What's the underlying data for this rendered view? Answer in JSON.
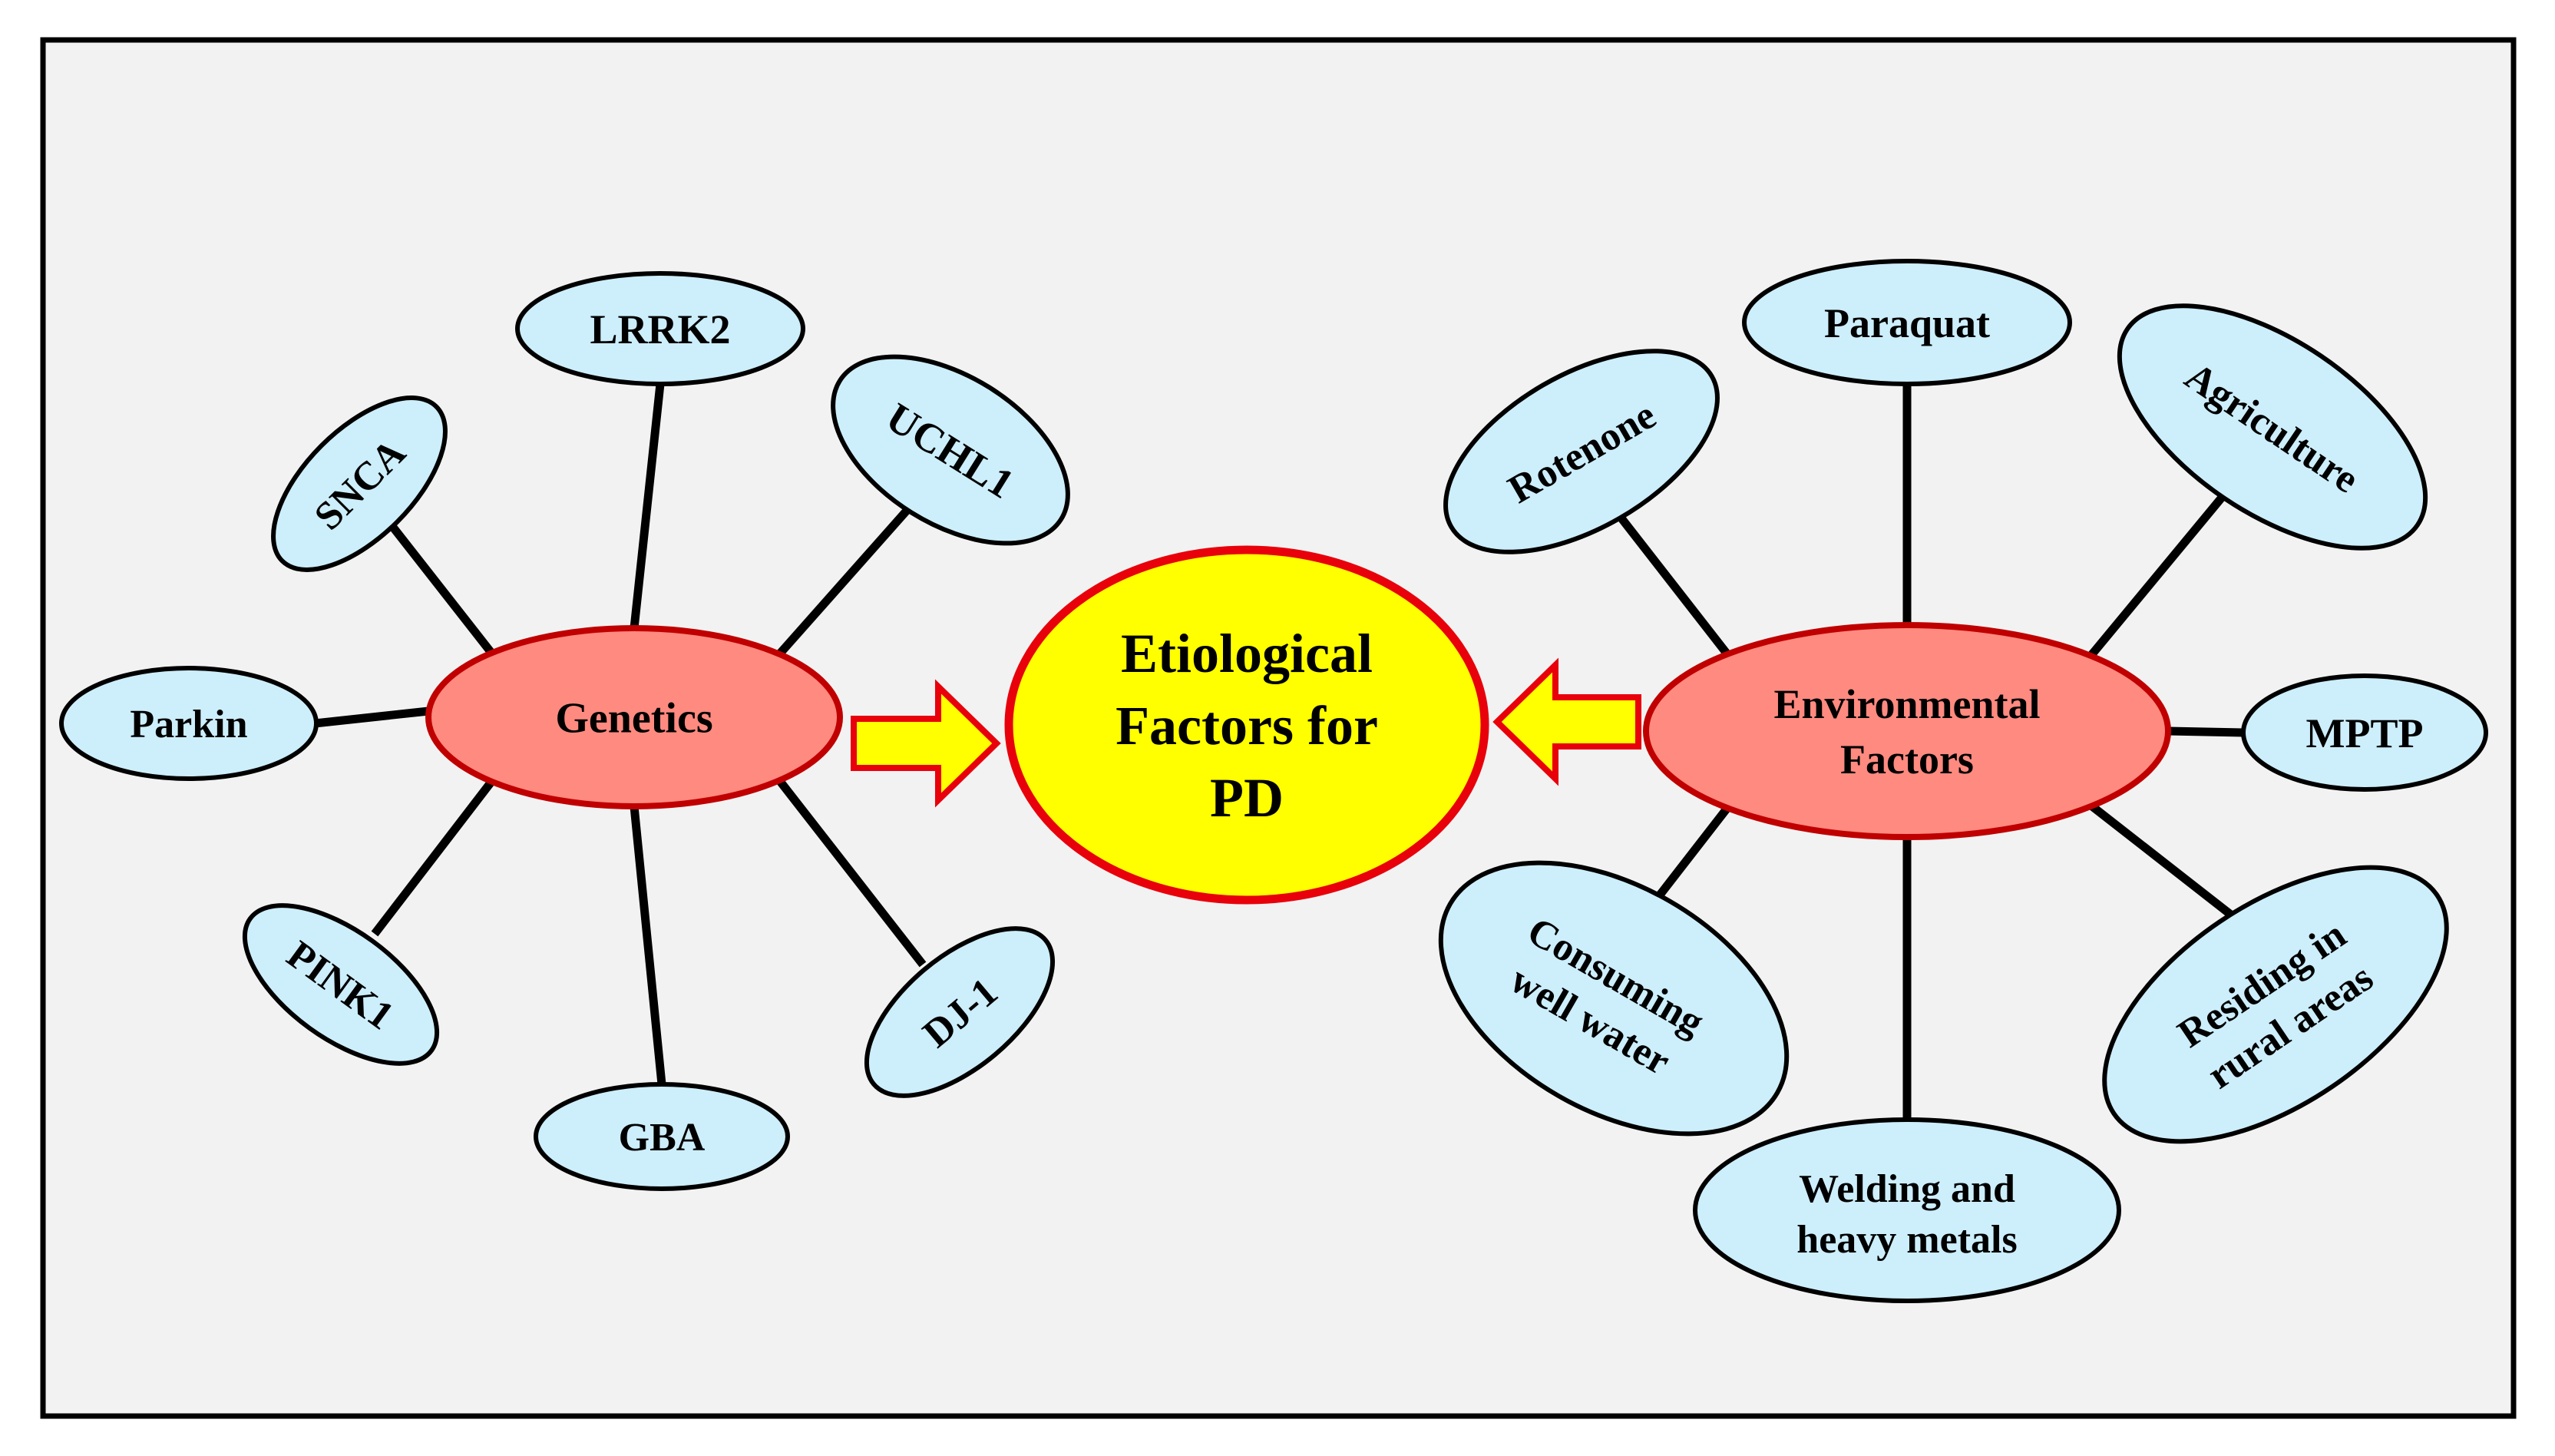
{
  "colors": {
    "background": "#f2f2f2",
    "frame": "#000000",
    "center_fill": "#ffff00",
    "center_stroke": "#e8000b",
    "hub_fill": "#ff8a80",
    "hub_stroke": "#c00000",
    "leaf_fill": "#cdeefb",
    "leaf_stroke": "#000000",
    "arrow_fill": "#ffff00",
    "arrow_stroke": "#e8000b",
    "connector": "#000000"
  },
  "center": {
    "lines": [
      "Etiological",
      "Factors for",
      "PD"
    ]
  },
  "hubs": {
    "genetics": {
      "lines": [
        "Genetics"
      ]
    },
    "environmental": {
      "lines": [
        "Environmental",
        "Factors"
      ]
    }
  },
  "genetics_leaves": [
    {
      "id": "lrrk2",
      "label": "LRRK2"
    },
    {
      "id": "snca",
      "label": "SNCA"
    },
    {
      "id": "uchl1",
      "label": "UCHL1"
    },
    {
      "id": "parkin",
      "label": "Parkin"
    },
    {
      "id": "pink1",
      "label": "PINK1"
    },
    {
      "id": "gba",
      "label": "GBA"
    },
    {
      "id": "dj1",
      "label": "DJ-1"
    }
  ],
  "environmental_leaves": [
    {
      "id": "paraquat",
      "label": "Paraquat"
    },
    {
      "id": "rotenone",
      "label": "Rotenone"
    },
    {
      "id": "agriculture",
      "label": "Agriculture"
    },
    {
      "id": "mptp",
      "label": "MPTP"
    },
    {
      "id": "consuming-well-water",
      "label": "Consuming\nwell water"
    },
    {
      "id": "welding-heavy-metals",
      "label": "Welding and\nheavy metals"
    },
    {
      "id": "residing-rural-areas",
      "label": "Residing in\nrural areas"
    }
  ]
}
